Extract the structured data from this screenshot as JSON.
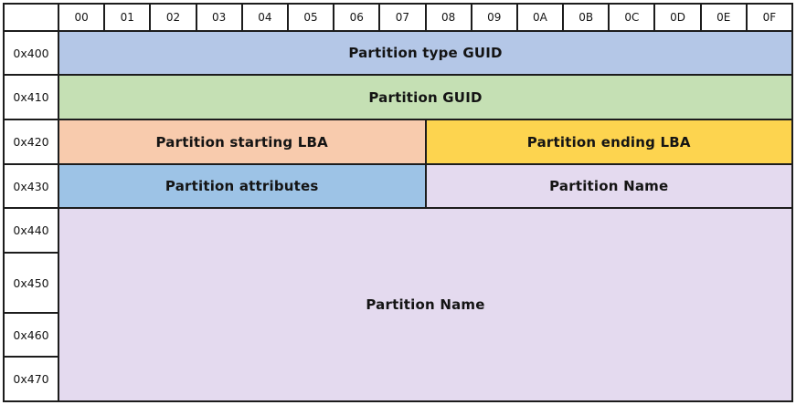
{
  "colors": {
    "border": "#1c1c1c",
    "cell_bg": "#ffffff",
    "partition_type_guid": "#b4c7e7",
    "partition_guid": "#c5e0b4",
    "partition_starting_lba": "#f8cbad",
    "partition_ending_lba": "#fdd44f",
    "partition_attributes": "#9dc3e6",
    "partition_name": "#e4daef"
  },
  "header": {
    "corner": "",
    "cols": [
      "00",
      "01",
      "02",
      "03",
      "04",
      "05",
      "06",
      "07",
      "08",
      "09",
      "0A",
      "0B",
      "0C",
      "0D",
      "0E",
      "0F"
    ]
  },
  "rows": {
    "labels": [
      "0x400",
      "0x410",
      "0x420",
      "0x430",
      "0x440",
      "0x450",
      "0x460",
      "0x470"
    ]
  },
  "regions": {
    "partition_type_guid": "Partition type GUID",
    "partition_guid": "Partition GUID",
    "partition_starting_lba": "Partition starting LBA",
    "partition_ending_lba": "Partition ending LBA",
    "partition_attributes": "Partition attributes",
    "partition_name_row": "Partition Name",
    "partition_name_block": "Partition Name"
  }
}
